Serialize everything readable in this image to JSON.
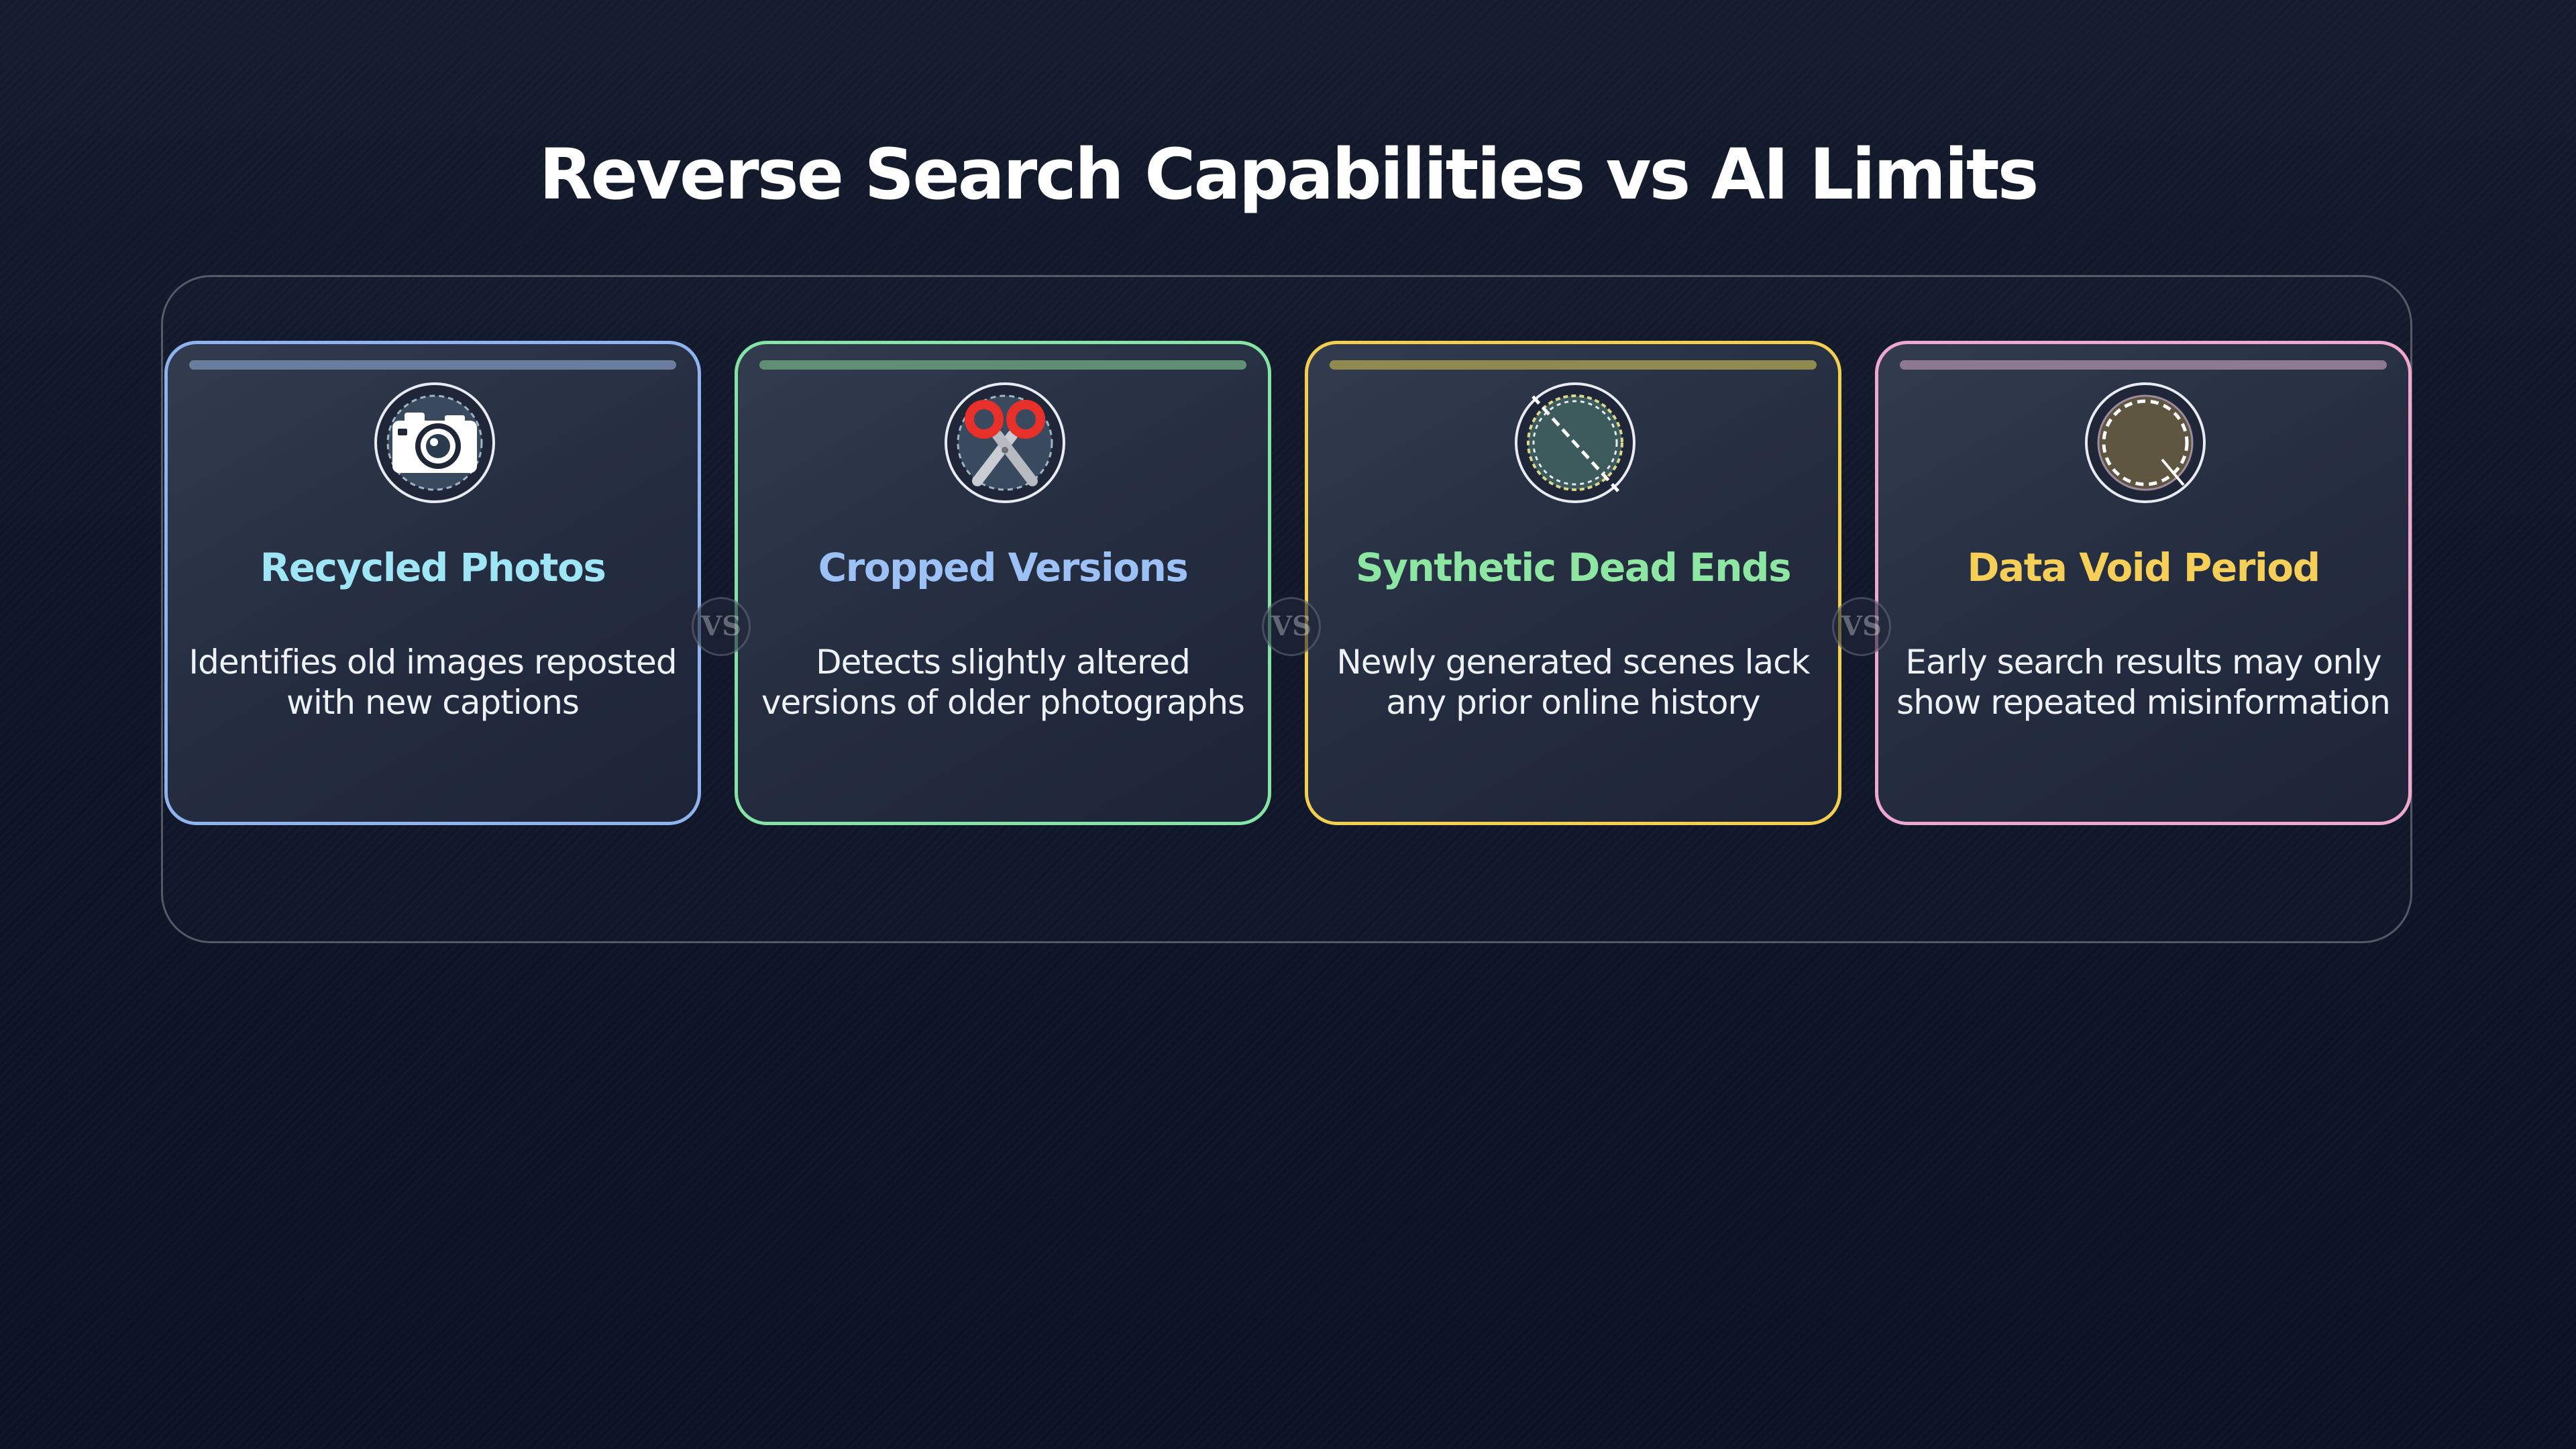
{
  "title": "Reverse Search Capabilities vs AI Limits",
  "separator_label": "VS",
  "cards": [
    {
      "title": "Recycled Photos",
      "description": "Identifies old images reposted with new captions",
      "icon": "camera-icon",
      "border_color": "#8fb3ee",
      "title_color": "#9ee6f5",
      "bar_color": "#6b7d9e"
    },
    {
      "title": "Cropped Versions",
      "description": "Detects slightly altered versions of older photographs",
      "icon": "scissors-icon",
      "border_color": "#86e3a6",
      "title_color": "#9cc1f7",
      "bar_color": "#5f8f74"
    },
    {
      "title": "Synthetic Dead Ends",
      "description": "Newly generated scenes lack any prior online history",
      "icon": "broken-search-icon",
      "border_color": "#f4cf4f",
      "title_color": "#8ee6a3",
      "bar_color": "#8f8a4e"
    },
    {
      "title": "Data Void Period",
      "description": "Early search results may only show repeated misinformation",
      "icon": "empty-void-icon",
      "border_color": "#f0a7cf",
      "title_color": "#f5cf57",
      "bar_color": "#8d7a92"
    }
  ]
}
